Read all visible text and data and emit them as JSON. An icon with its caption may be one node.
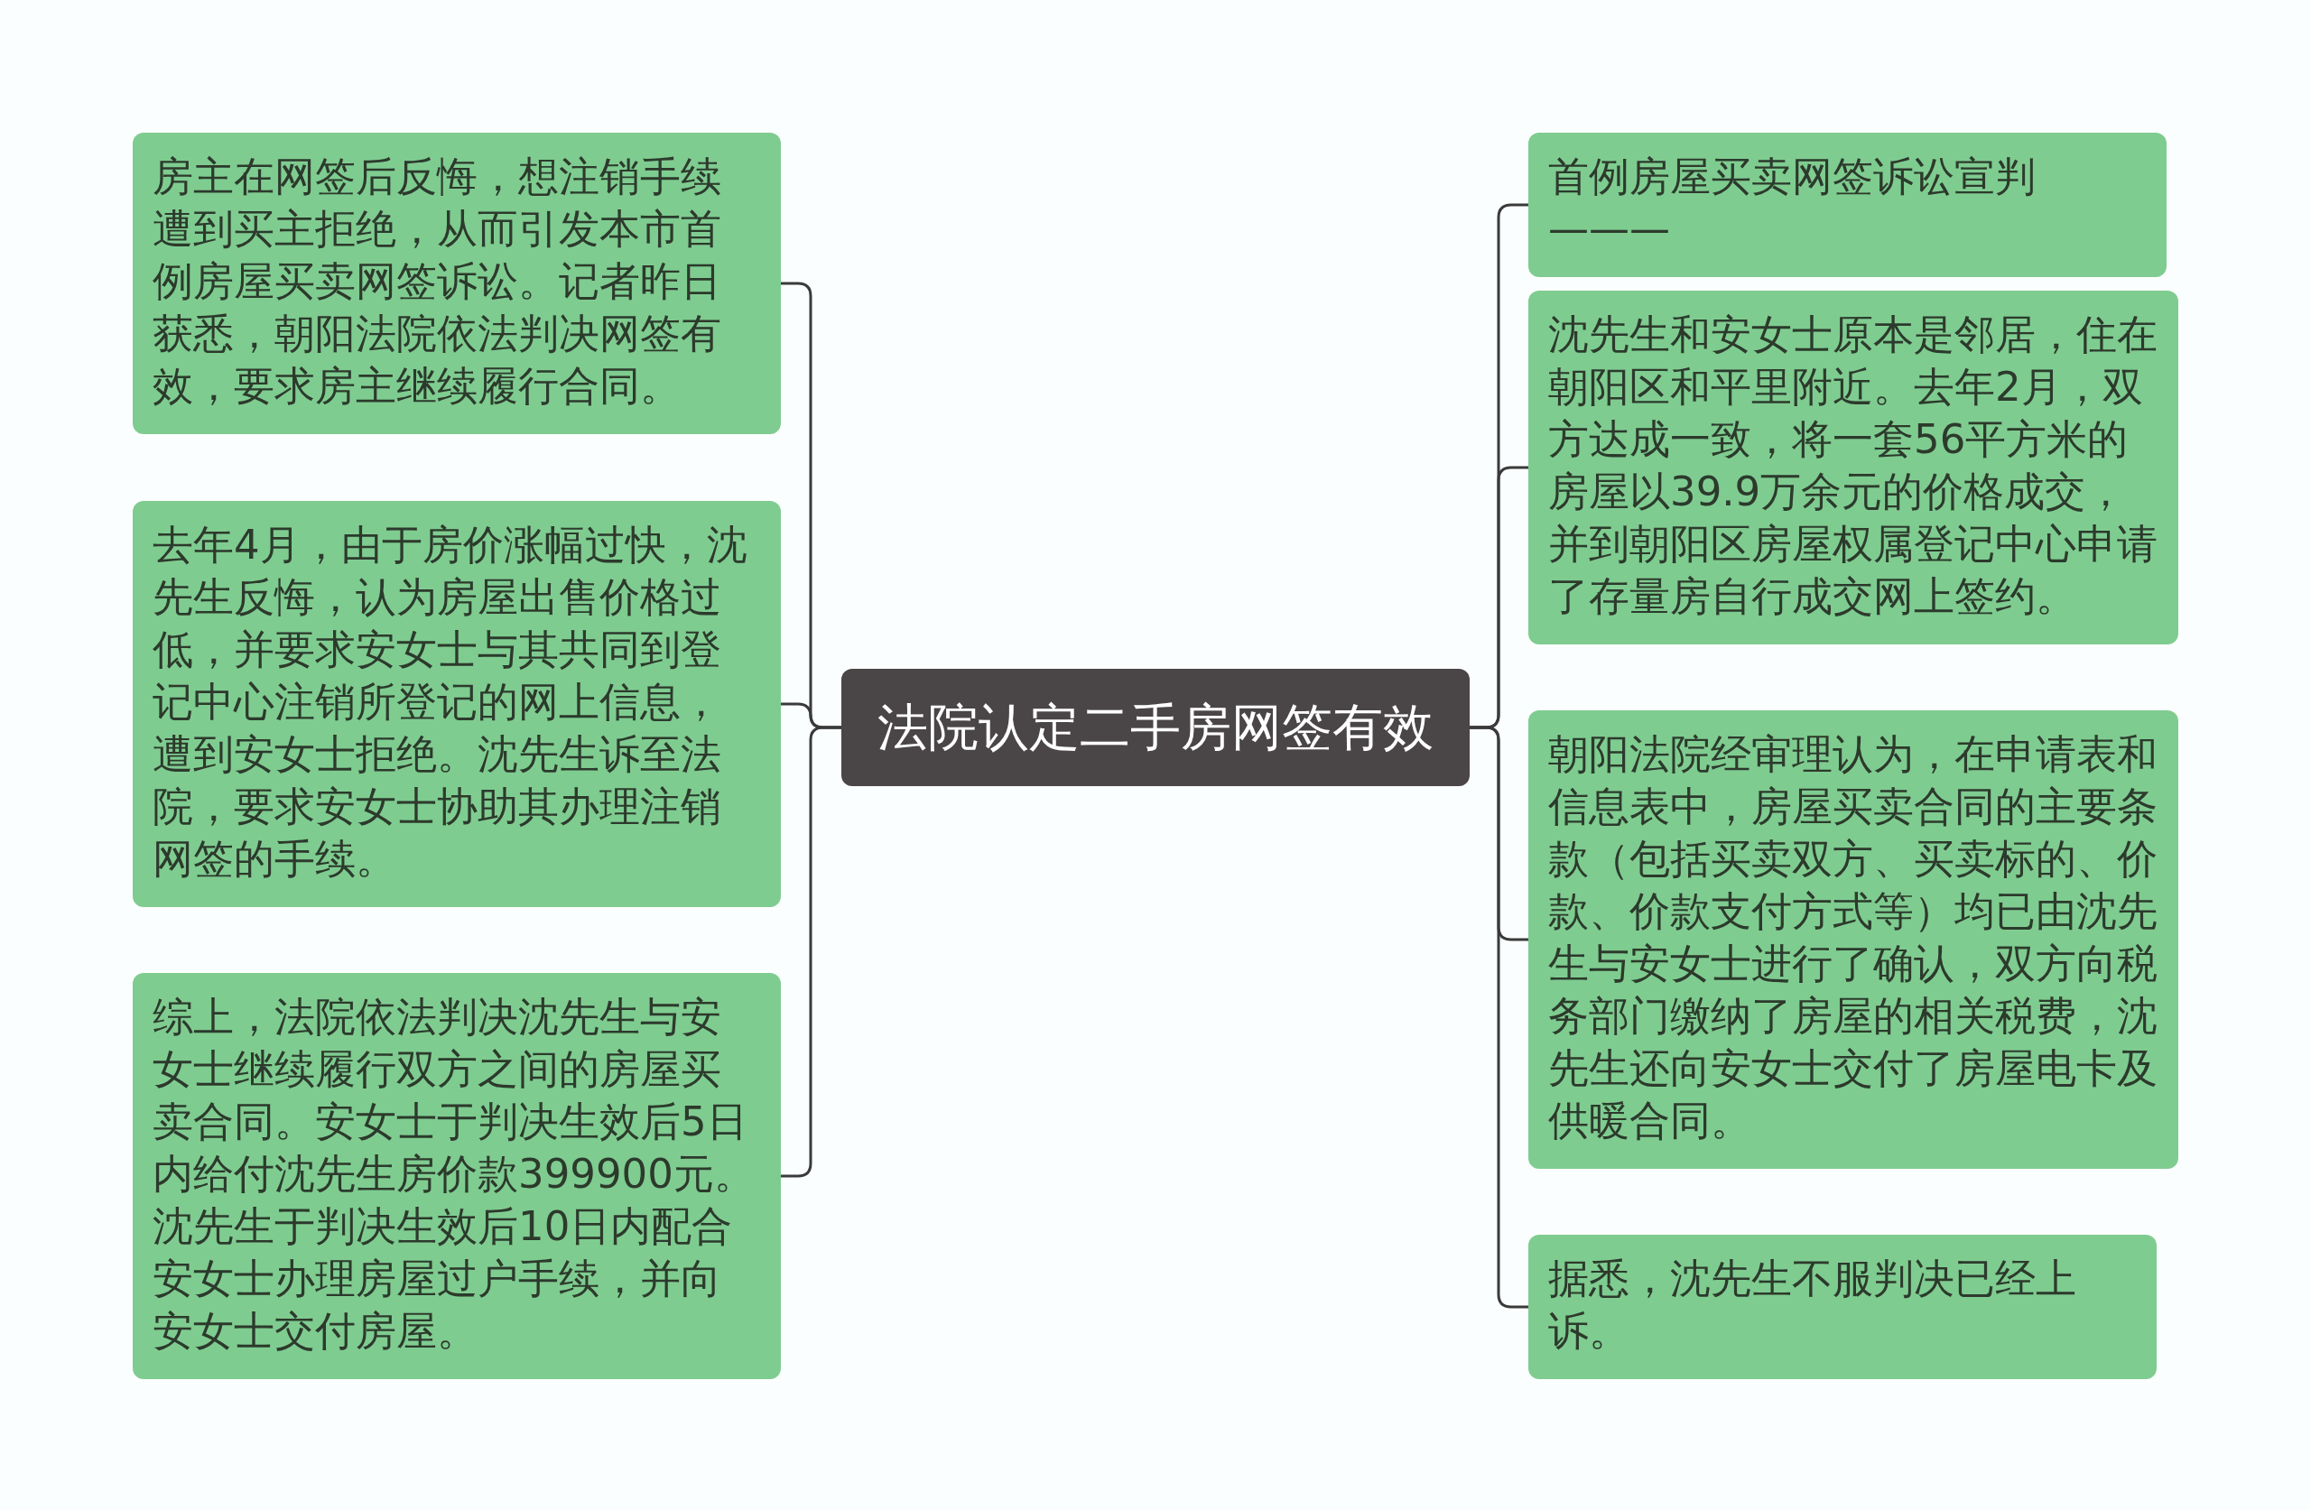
{
  "diagram": {
    "nodes": [
      {
        "text": [
          "法院认定二手房网签有效"
        ]
      },
      {
        "text": [
          "房主在网签后反悔，想注销手续遭到买主拒绝，从而引发本市首例房屋买卖网签诉讼。记者昨日获悉，朝阳法院依法判决网签有效，要求房主继续履行合同。"
        ]
      },
      {
        "text": [
          "去年4月，由于房价涨幅过快，沈先生反悔，认为房屋出售价格过低，并要求安女士与其共同到登记中心注销所登记的网上信息，遭到安女士拒绝。沈先生诉至法院，要求安女士协助其办理注销网签的手续。"
        ]
      },
      {
        "text": [
          "综上，法院依法判决沈先生与安女士继续履行双方之间的房屋买卖合同。安女士于判决生效后5日内给付沈先生房价款399900元。沈先生于判决生效后10日内配合安女士办理房屋过户手续，并向安女士交付房屋。"
        ]
      },
      {
        "text": [
          "首例房屋买卖网签诉讼宣判———"
        ]
      },
      {
        "text": [
          "沈先生和安女士原本是邻居，住在朝阳区和平里附近。去年2月，双方达成一致，将一套56平方米的房屋以39.9万余元的价格成交，并到朝阳区房屋权属登记中心申请了存量房自行成交网上签约。"
        ]
      },
      {
        "text": [
          "朝阳法院经审理认为，在申请表和信息表中，房屋买卖合同的主要条款（包括买卖双方、买卖标的、价款、价款支付方式等）均已由沈先生与安女士进行了确认，双方向税务部门缴纳了房屋的相关税费，沈先生还向安女士交付了房屋电卡及供暖合同。"
        ]
      },
      {
        "text": [
          "据悉，沈先生不服判决已经上诉。"
        ]
      }
    ],
    "edges": [
      {
        "from": 0,
        "to": 1,
        "arrow": "none"
      },
      {
        "from": 0,
        "to": 2,
        "arrow": "none"
      },
      {
        "from": 0,
        "to": 3,
        "arrow": "none"
      },
      {
        "from": 0,
        "to": 4,
        "arrow": "none"
      },
      {
        "from": 0,
        "to": 5,
        "arrow": "none"
      },
      {
        "from": 0,
        "to": 6,
        "arrow": "none"
      },
      {
        "from": 0,
        "to": 7,
        "arrow": "none"
      }
    ]
  }
}
